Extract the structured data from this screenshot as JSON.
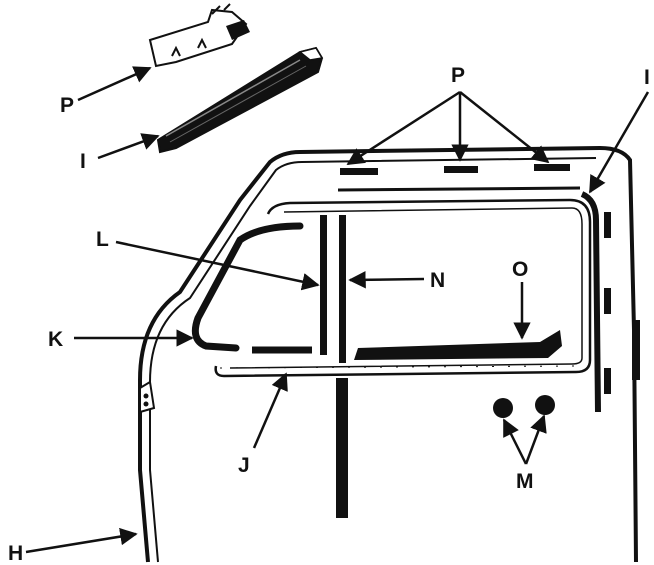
{
  "colors": {
    "ink": "#111111",
    "paper": "#ffffff",
    "gray": "#8a8a8a"
  },
  "labels": {
    "p_clip": "P",
    "i_clip": "I",
    "p_top": "P",
    "i_right": "I",
    "l": "L",
    "n": "N",
    "o": "O",
    "k": "K",
    "j": "J",
    "m": "M",
    "h": "H"
  }
}
